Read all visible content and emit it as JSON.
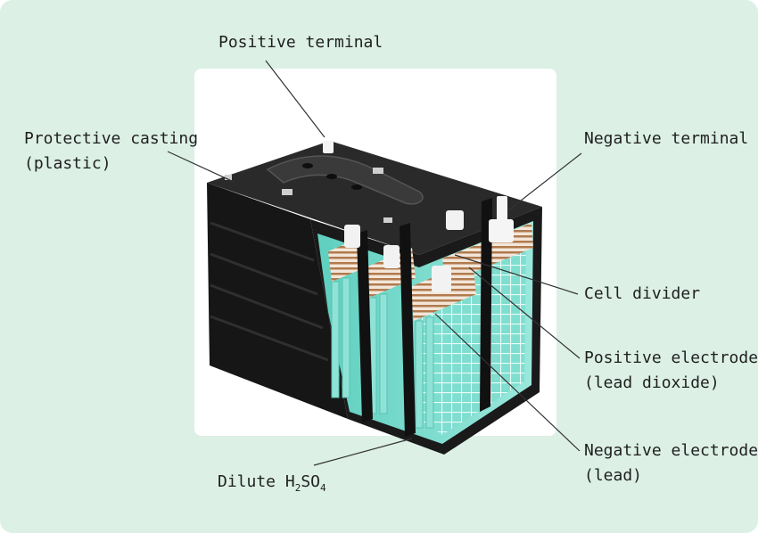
{
  "labels": {
    "positive_terminal": "Positive terminal",
    "protective_casting_line1": "Protective casting",
    "protective_casting_line2": "(plastic)",
    "negative_terminal": "Negative terminal",
    "cell_divider": "Cell divider",
    "positive_electrode_line1": "Positive electrode",
    "positive_electrode_line2": "(lead dioxide)",
    "negative_electrode_line1": "Negative electrode",
    "negative_electrode_line2": "(lead)",
    "electrolyte_prefix": "Dilute H",
    "electrolyte_sub1": "2",
    "electrolyte_mid": "SO",
    "electrolyte_sub2": "4"
  },
  "colors": {
    "background": "#dcf0e6",
    "casing": "#1c1c1c",
    "electrolyte": "#6fd6c8",
    "electrode_copper": "#b07a4e"
  }
}
